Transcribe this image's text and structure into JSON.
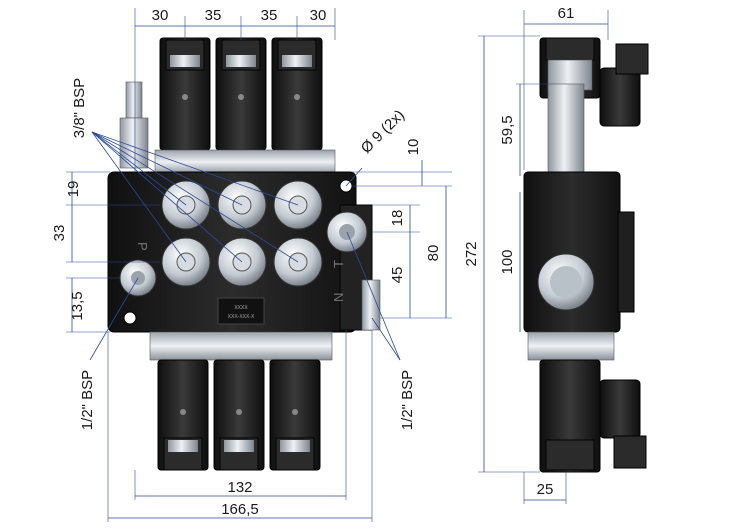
{
  "dimensions": {
    "top_30_left": "30",
    "top_35_a": "35",
    "top_35_b": "35",
    "top_30_right": "30",
    "bottom_132": "132",
    "bottom_166_5": "166,5",
    "left_19": "19",
    "left_33": "33",
    "left_13_5": "13,5",
    "right_10": "10",
    "right_18": "18",
    "right_45": "45",
    "right_80": "80",
    "side_61": "61",
    "side_59_5": "59,5",
    "side_272": "272",
    "side_100": "100",
    "side_25": "25"
  },
  "labels": {
    "port_3_8_bsp": "3/8\" BSP",
    "port_1_2_bsp_left": "1/2\" BSP",
    "port_1_2_bsp_right": "1/2\" BSP",
    "hole_dia": "Ø 9 (2x)",
    "port_p": "P",
    "port_t": "T",
    "port_n": "N",
    "plate_line1": "XXXX",
    "plate_line2": "XXX-XXX-X"
  },
  "colors": {
    "body": "#1c1c1c",
    "coil": "#161616",
    "metal": "#c8cfd6",
    "dim_line": "#2a4a9a",
    "text": "#1a1a1a"
  }
}
